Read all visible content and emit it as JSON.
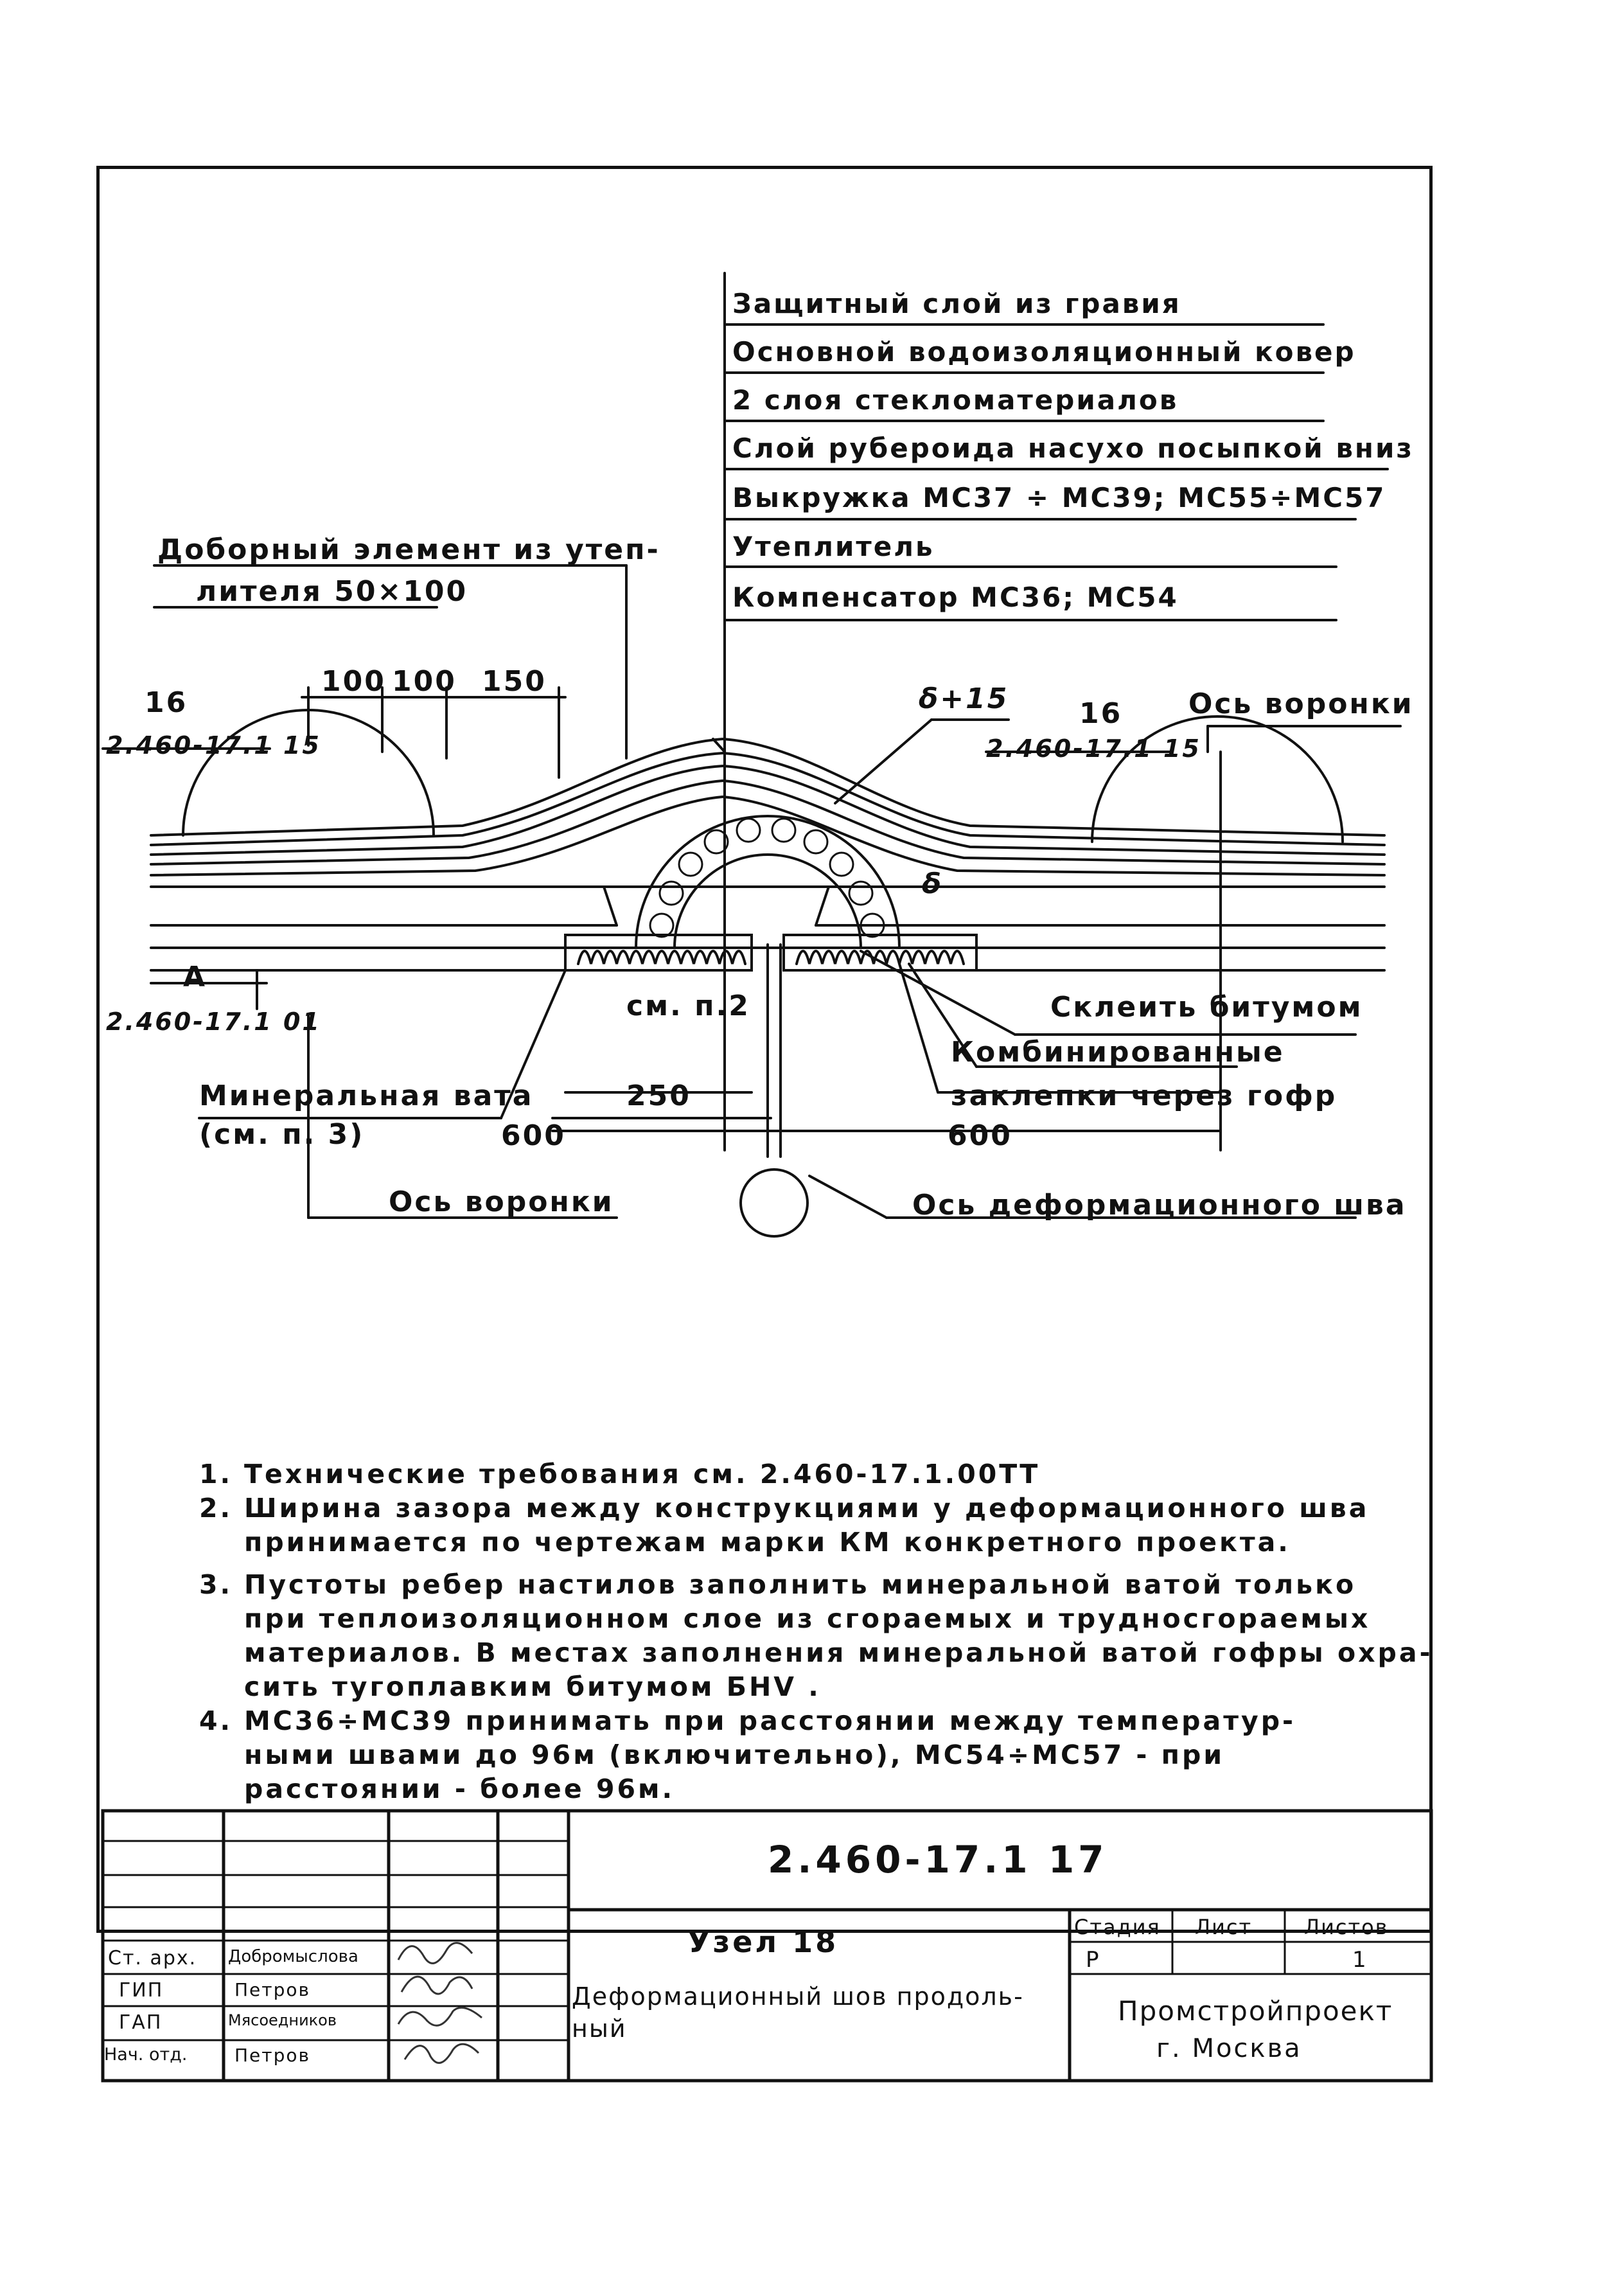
{
  "layers": [
    "Защитный слой из гравия",
    "Основной водоизоляционный ковер",
    "2 слоя стекломатериалов",
    "Слой рубероида насухо посыпкой вниз",
    "Выкружка МС37 ÷ МС39; МС55÷МС57",
    "Утеплитель",
    "Компенсатор МС36; МС54"
  ],
  "labels": {
    "extra_element_line1": "Доборный элемент из утеп-",
    "extra_element_line2": "лителя 50×100",
    "dim_100a": "100",
    "dim_100b": "100",
    "dim_150": "150",
    "mark_left_num": "16",
    "mark_left_ref": "2.460-17.1 15",
    "mark_right_num": "16",
    "mark_right_ref": "2.460-17.1 15",
    "delta_15": "δ+15",
    "delta": "δ",
    "funnel_axis_top": "Ось воронки",
    "section_a": "А",
    "section_a_ref": "2.460-17.1 01",
    "see_p2": "см. п.2",
    "glue_bitumen": "Склеить битумом",
    "combined_line1": "Комбинированные",
    "combined_line2": "заклепки через гофр",
    "mineral_line1": "Минеральная вата",
    "mineral_line2": "(см. п. 3)",
    "dim_250": "250",
    "dim_600_left": "600",
    "dim_600_right": "600",
    "funnel_axis_bottom": "Ось воронки",
    "joint_axis": "Ось деформационного шва"
  },
  "notes": [
    {
      "num": "1.",
      "lines": [
        "Технические требования см. 2.460-17.1.00ТТ"
      ]
    },
    {
      "num": "2.",
      "lines": [
        "Ширина зазора между конструкциями у деформационного шва",
        "принимается по чертежам марки КМ конкретного проекта."
      ]
    },
    {
      "num": "3.",
      "lines": [
        "Пустоты ребер настилов заполнить минеральной ватой только",
        "при теплоизоляционном слое из сгораемых и трудносгораемых",
        "материалов. В местах заполнения минеральной ватой гофры охра-",
        "сить тугоплавким битумом БНV ."
      ]
    },
    {
      "num": "4.",
      "lines": [
        "МС36÷МС39 принимать при расстоянии между температур-",
        "ными швами до 96м (включительно), МС54÷МС57 - при",
        "расстоянии - более 96м."
      ]
    }
  ],
  "title_block": {
    "doc_number": "2.460-17.1 17",
    "title_line1": "Узел 18",
    "title_line2": "Деформационный шов продоль-",
    "title_line3": "ный",
    "stage_header": "Стадия",
    "sheet_header": "Лист",
    "sheets_header": "Листов",
    "stage_value": "Р",
    "sheet_value": "",
    "sheets_value": "1",
    "org_line1": "Промстройпроект",
    "org_line2": "г. Москва",
    "roles": [
      {
        "role": "Ст. арх.",
        "name": "Добромыслова"
      },
      {
        "role": "ГИП",
        "name": "Петров"
      },
      {
        "role": "ГАП",
        "name": "Мясоедников"
      },
      {
        "role": "Нач. отд.",
        "name": "Петров"
      }
    ]
  }
}
